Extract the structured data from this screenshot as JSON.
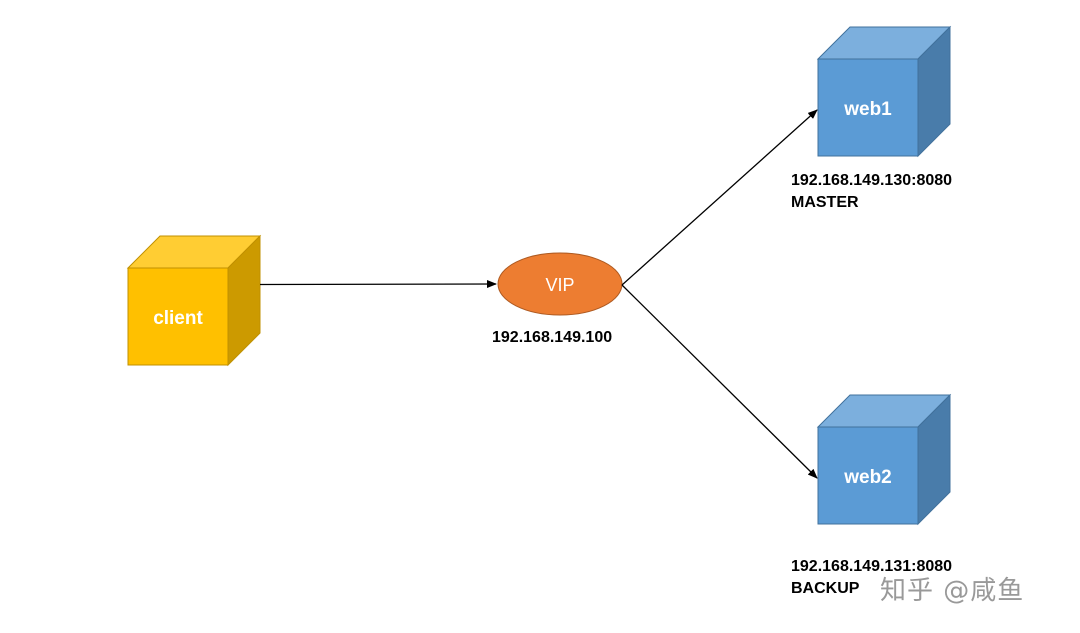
{
  "nodes": {
    "client": {
      "label": "client"
    },
    "vip": {
      "label": "VIP",
      "address": "192.168.149.100"
    },
    "web1": {
      "label": "web1",
      "address": "192.168.149.130:8080",
      "role": "MASTER"
    },
    "web2": {
      "label": "web2",
      "address": "192.168.149.131:8080",
      "role": "BACKUP"
    }
  },
  "watermark": "知乎 @咸鱼",
  "colors": {
    "client_front": "#FFC000",
    "client_top": "#FFCD33",
    "client_side": "#CC9A00",
    "web_front": "#5B9BD5",
    "web_top": "#7CAFDD",
    "web_side": "#497CAA",
    "vip_fill": "#ED7D31",
    "arrow": "#000000"
  }
}
